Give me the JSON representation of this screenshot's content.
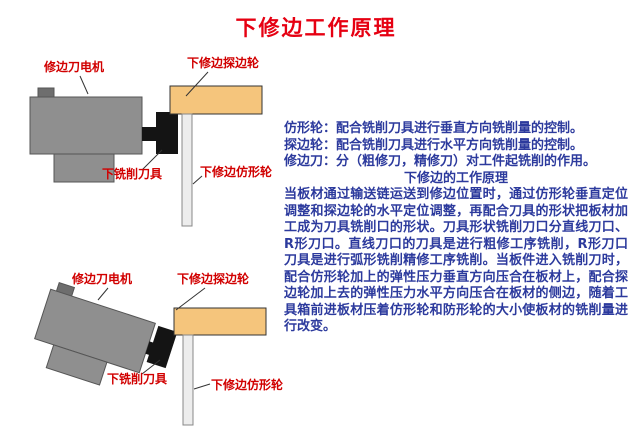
{
  "title": "下修边工作原理",
  "colors": {
    "title_red": "#e60012",
    "label_red": "#d10000",
    "body_blue": "#2c3a9d",
    "motor_gray": "#8f8f8f",
    "board_orange": "#f5c57c",
    "cutter_black": "#141414"
  },
  "diagram_top": {
    "labels": {
      "motor": "修边刀电机",
      "edge_wheel": "下修边探边轮",
      "cutter": "下铣削刀具",
      "profile_wheel": "下修边仿形轮"
    }
  },
  "diagram_bottom": {
    "labels": {
      "motor": "修边刀电机",
      "edge_wheel": "下修边探边轮",
      "cutter": "下铣削刀具",
      "profile_wheel": "下修边仿形轮"
    }
  },
  "text_panel": {
    "def_profile_wheel": "仿形轮：配合铣削刀具进行垂直方向铣削量的控制。",
    "def_edge_wheel": "探边轮：配合铣削刀具进行水平方向铣削量的控制。",
    "def_trimmer": "修边刀：分（粗修刀，精修刀）对工件起铣削的作用。",
    "heading": "下修边的工作原理",
    "paragraph": "当板材通过输送链运送到修边位置时，通过仿形轮垂直定位调整和探边轮的水平定位调整，再配合刀具的形状把板材加工成为刀具铣削口的形状。刀具形状铣削刀口分直线刀口、R形刀口。直线刀口的刀具是进行粗修工序铣削，R形刀口刀具是进行弧形铣削精修工序铣削。当板件进入铣削刀时，配合仿形轮加上的弹性压力垂直方向压合在板材上，配合探边轮加上去的弹性压力水平方向压合在板材的侧边，随着工具箱前进板材压着仿形轮和防形轮的大小使板材的铣削量进行改变。"
  }
}
